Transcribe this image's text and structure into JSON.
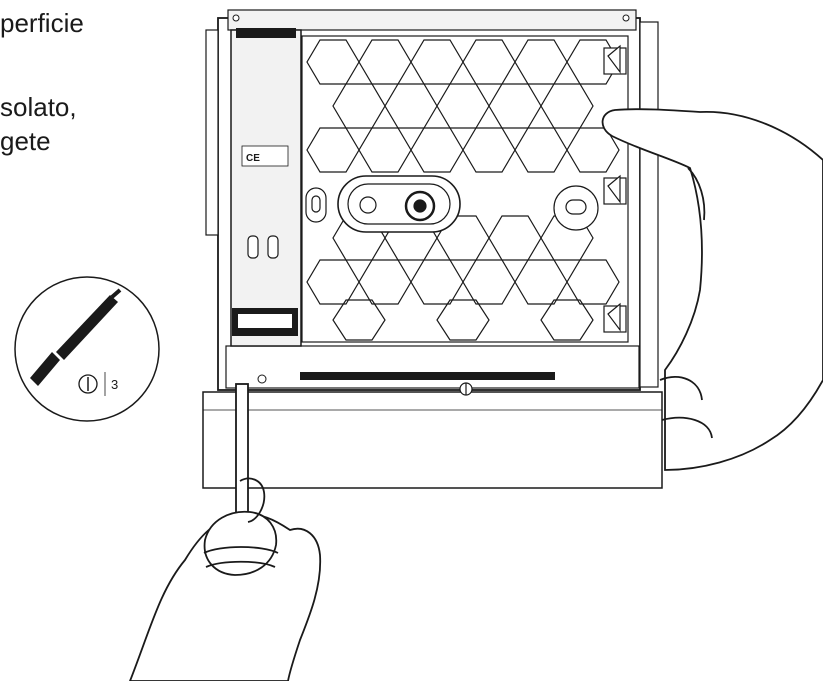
{
  "instruction": {
    "lines": [
      "perficie",
      "solato,",
      "gete"
    ]
  },
  "tool_callout": {
    "icon": "flat-screwdriver-icon",
    "blade_size": "3"
  },
  "device": {
    "markings": "CE"
  },
  "colors": {
    "ink": "#1a1a1a",
    "background": "#ffffff",
    "panel": "#f2f2f2"
  }
}
